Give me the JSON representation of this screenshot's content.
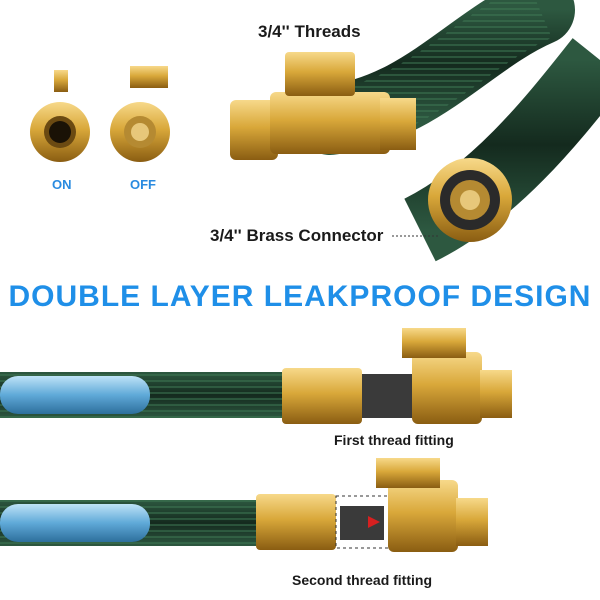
{
  "labels": {
    "threads": "3/4'' Threads",
    "connector": "3/4'' Brass Connector",
    "on": "ON",
    "off": "OFF"
  },
  "headline": "DOUBLE LAYER LEAKPROOF DESIGN",
  "captions": {
    "first": "First thread fitting",
    "second": "Second thread fitting"
  },
  "colors": {
    "accent": "#1f8fe8",
    "hose": "#1f3a2a",
    "brass": "#d9a83a"
  }
}
